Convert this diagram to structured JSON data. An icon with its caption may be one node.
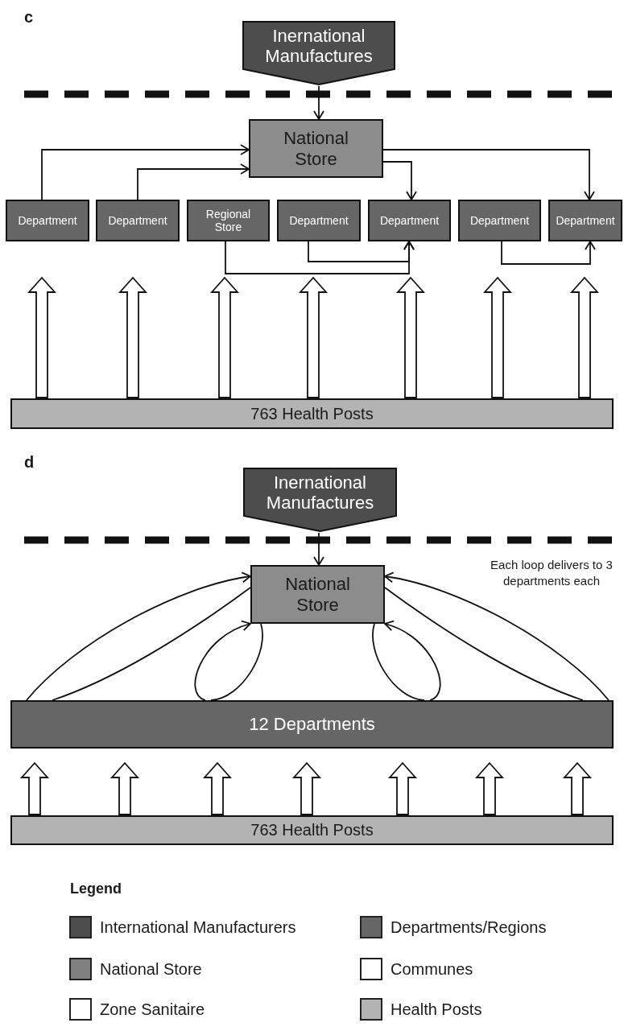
{
  "diagram": {
    "nodes": [
      {
        "text": [
          "Inernational Manufactures"
        ]
      },
      {
        "text": [
          "National Store"
        ]
      },
      {
        "text": [
          "Department"
        ]
      },
      {
        "text": [
          "Department"
        ]
      },
      {
        "text": [
          "Regional Store"
        ]
      },
      {
        "text": [
          "Department"
        ]
      },
      {
        "text": [
          "Department"
        ]
      },
      {
        "text": [
          "Department"
        ]
      },
      {
        "text": [
          "Department"
        ]
      },
      {
        "text": [
          "763 Health Posts"
        ]
      },
      {
        "text": [
          "Inernational Manufactures"
        ]
      },
      {
        "text": [
          "National Store"
        ]
      },
      {
        "text": [
          "12 Departments"
        ]
      },
      {
        "text": [
          "763 Health Posts"
        ]
      }
    ],
    "edges": [
      {
        "from": 0,
        "to": 1,
        "arrow": "to"
      },
      {
        "from": 2,
        "to": 1,
        "arrow": "to"
      },
      {
        "from": 3,
        "to": 1,
        "arrow": "to"
      },
      {
        "from": 1,
        "to": 6,
        "arrow": "to"
      },
      {
        "from": 1,
        "to": 8,
        "arrow": "to"
      },
      {
        "from": 4,
        "to": 6,
        "arrow": "to"
      },
      {
        "from": 5,
        "to": 6,
        "arrow": "to"
      },
      {
        "from": 7,
        "to": 8,
        "arrow": "to"
      },
      {
        "from": 9,
        "to": 2,
        "arrow": "to",
        "style": "thick"
      },
      {
        "from": 9,
        "to": 3,
        "arrow": "to",
        "style": "thick"
      },
      {
        "from": 9,
        "to": 4,
        "arrow": "to",
        "style": "thick"
      },
      {
        "from": 9,
        "to": 5,
        "arrow": "to",
        "style": "thick"
      },
      {
        "from": 9,
        "to": 6,
        "arrow": "to",
        "style": "thick"
      },
      {
        "from": 9,
        "to": 7,
        "arrow": "to",
        "style": "thick"
      },
      {
        "from": 9,
        "to": 8,
        "arrow": "to",
        "style": "thick"
      },
      {
        "from": 10,
        "to": 11,
        "arrow": "to"
      },
      {
        "from": 12,
        "to": 11,
        "arrow": "to"
      },
      {
        "from": 11,
        "to": 12,
        "arrow": "none"
      },
      {
        "from": 12,
        "to": 11,
        "arrow": "to"
      },
      {
        "from": 11,
        "to": 12,
        "arrow": "none"
      },
      {
        "from": 12,
        "to": 11,
        "arrow": "to"
      },
      {
        "from": 11,
        "to": 12,
        "arrow": "none"
      },
      {
        "from": 12,
        "to": 11,
        "arrow": "to"
      },
      {
        "from": 11,
        "to": 12,
        "arrow": "none"
      },
      {
        "from": 13,
        "to": 12,
        "arrow": "to",
        "style": "thick"
      },
      {
        "from": 13,
        "to": 12,
        "arrow": "to",
        "style": "thick"
      },
      {
        "from": 13,
        "to": 12,
        "arrow": "to",
        "style": "thick"
      },
      {
        "from": 13,
        "to": 12,
        "arrow": "to",
        "style": "thick"
      },
      {
        "from": 13,
        "to": 12,
        "arrow": "to",
        "style": "thick"
      },
      {
        "from": 13,
        "to": 12,
        "arrow": "to",
        "style": "thick"
      },
      {
        "from": 13,
        "to": 12,
        "arrow": "to",
        "style": "thick"
      }
    ],
    "labels": [
      "c",
      "d",
      "Each loop delivers to 3 departments each",
      "Legend"
    ],
    "legend": [
      {
        "text": "International Manufacturers",
        "color": "#4d4d4d"
      },
      {
        "text": "Departments/Regions",
        "color": "#666666"
      },
      {
        "text": "National Store",
        "color": "#808080"
      },
      {
        "text": "Communes",
        "color": "#ffffff"
      },
      {
        "text": "Zone Sanitaire",
        "color": "#ffffff"
      },
      {
        "text": "Health Posts",
        "color": "#b3b3b3"
      }
    ]
  }
}
